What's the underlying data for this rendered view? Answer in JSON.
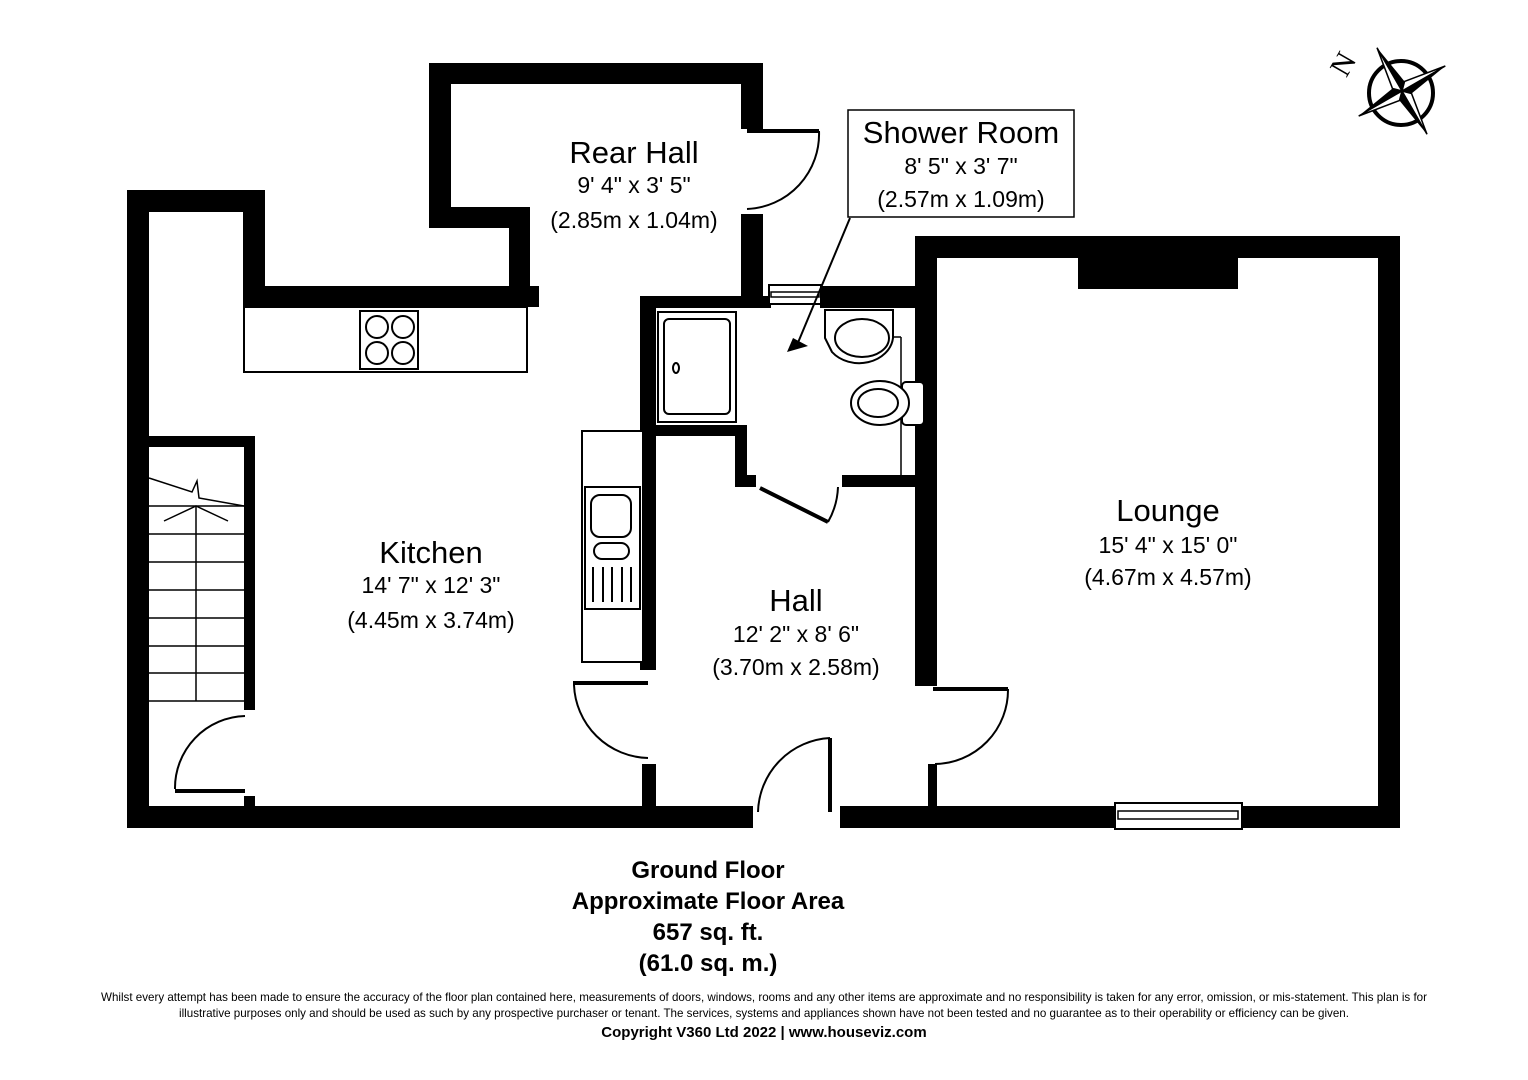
{
  "floor_plan": {
    "rooms": [
      {
        "id": "rear-hall",
        "name": "Rear Hall",
        "dim_imperial": "9' 4\" x 3' 5\"",
        "dim_metric": "(2.85m x 1.04m)"
      },
      {
        "id": "shower-room",
        "name": "Shower Room",
        "dim_imperial": "8' 5\" x 3' 7\"",
        "dim_metric": "(2.57m x 1.09m)"
      },
      {
        "id": "kitchen",
        "name": "Kitchen",
        "dim_imperial": "14' 7\" x 12' 3\"",
        "dim_metric": "(4.45m x 3.74m)"
      },
      {
        "id": "hall",
        "name": "Hall",
        "dim_imperial": "12' 2\" x 8' 6\"",
        "dim_metric": "(3.70m x 2.58m)"
      },
      {
        "id": "lounge",
        "name": "Lounge",
        "dim_imperial": "15' 4\" x 15' 0\"",
        "dim_metric": "(4.67m x 4.57m)"
      }
    ],
    "compass": {
      "label": "N",
      "icon": "compass-rose-icon"
    }
  },
  "summary": {
    "floor": "Ground Floor",
    "label": "Approximate Floor Area",
    "area_imperial": "657 sq. ft.",
    "area_metric": "(61.0 sq. m.)"
  },
  "footer": {
    "disclaimer_line1": "Whilst every attempt has been made to ensure the accuracy of the floor plan contained here, measurements of doors, windows, rooms and any other items are approximate and no responsibility is taken for any error, omission, or mis-statement. This plan is for",
    "disclaimer_line2": "illustrative purposes only and should be used as such by any prospective purchaser or tenant. The services, systems and appliances shown have not been tested and no guarantee as to their operability or efficiency can be given.",
    "copyright": "Copyright V360 Ltd 2022 | www.houseviz.com"
  }
}
